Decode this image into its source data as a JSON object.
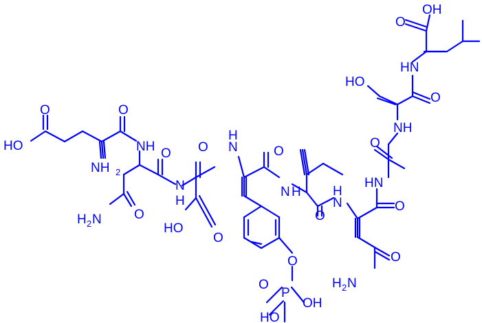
{
  "molecule": {
    "color": "#0000ff",
    "labels": {
      "o_glu_acid": "O",
      "ho_glu": "HO",
      "o_glu_co": "O",
      "nh_glu_n": "NH",
      "nh_glu_n_sub": "2",
      "nh_asn1": "NH",
      "o_asn1_co": "O",
      "h2n_asn1_h": "H",
      "h2n_asn1_sub": "2",
      "h2n_asn1_n": "N",
      "o_asn1_amide": "O",
      "n_asp": "N",
      "h_asp": "H",
      "o_asp_co": "O",
      "ho_asp": "HO",
      "o_asp_acid": "O",
      "n_tyr": "N",
      "h_tyr": "H",
      "o_tyr_co": "O",
      "o_tyr_ether": "O",
      "p_phos": "P",
      "o_phos": "O",
      "oh_phos_r": "OH",
      "ho_phos_b": "HO",
      "n_ile": "N",
      "h_ile": "H",
      "o_ile_co": "O",
      "n_asn2": "N",
      "h_asn2": "H",
      "o_asn2_co": "O",
      "h2n_asn2_h": "H",
      "h2n_asn2_sub": "2",
      "h2n_asn2_n": "N",
      "o_asn2_amide": "O",
      "hn_ala": "HN",
      "o_ala_co": "O",
      "nh_ser": "NH",
      "o_ser_co": "O",
      "ho_ser": "HO",
      "hn_leu": "HN",
      "o_leu_co": "O",
      "oh_leu": "OH"
    }
  }
}
